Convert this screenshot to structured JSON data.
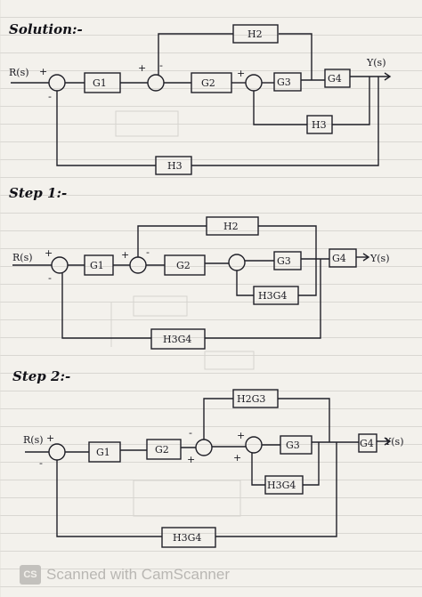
{
  "section1": {
    "heading": "Solution:-",
    "input": "R(s)",
    "output": "Y(s)",
    "blocks": [
      "G1",
      "G2",
      "G3",
      "G4",
      "H2",
      "H3",
      "H3"
    ]
  },
  "section2": {
    "heading": "Step 1:-",
    "input": "R(s)",
    "output": "Y(s)",
    "blocks": [
      "G1",
      "G2",
      "G3",
      "G4",
      "H2",
      "H3G4",
      "H3G4"
    ]
  },
  "section3": {
    "heading": "Step 2:-",
    "input": "R(s)",
    "output": "Y(s)",
    "blocks": [
      "G1",
      "G2",
      "G3",
      "G4",
      "H2G3",
      "H3G4",
      "H3G4"
    ]
  },
  "signs": {
    "plus": "+",
    "minus": "-"
  },
  "footer": {
    "icon": "CS",
    "text": "Scanned with CamScanner"
  }
}
